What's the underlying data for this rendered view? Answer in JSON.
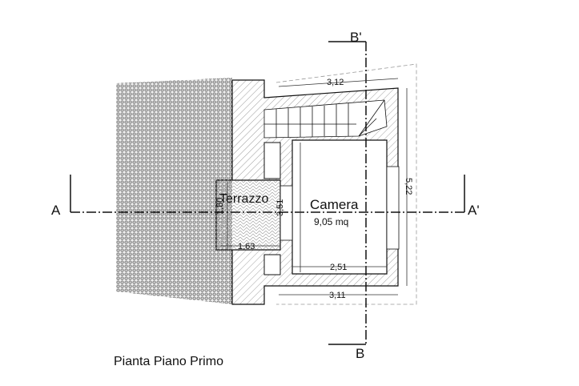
{
  "title": "Pianta Piano Primo",
  "sections": {
    "a_left": "A",
    "a_right": "A'",
    "b_top": "B'",
    "b_bottom": "B"
  },
  "rooms": {
    "terrace": {
      "label": "Terrazzo"
    },
    "bedroom": {
      "label": "Camera",
      "area": "9,05 mq"
    }
  },
  "dimensions": {
    "top": "3,12",
    "bottom": "3,11",
    "right": "5,22",
    "room_height": "3,51",
    "room_width": "2,51",
    "terrace_height": "1,80",
    "terrace_width": "1,63"
  },
  "colors": {
    "line": "#111111",
    "hatch": "#666666",
    "tile": "#555555"
  }
}
